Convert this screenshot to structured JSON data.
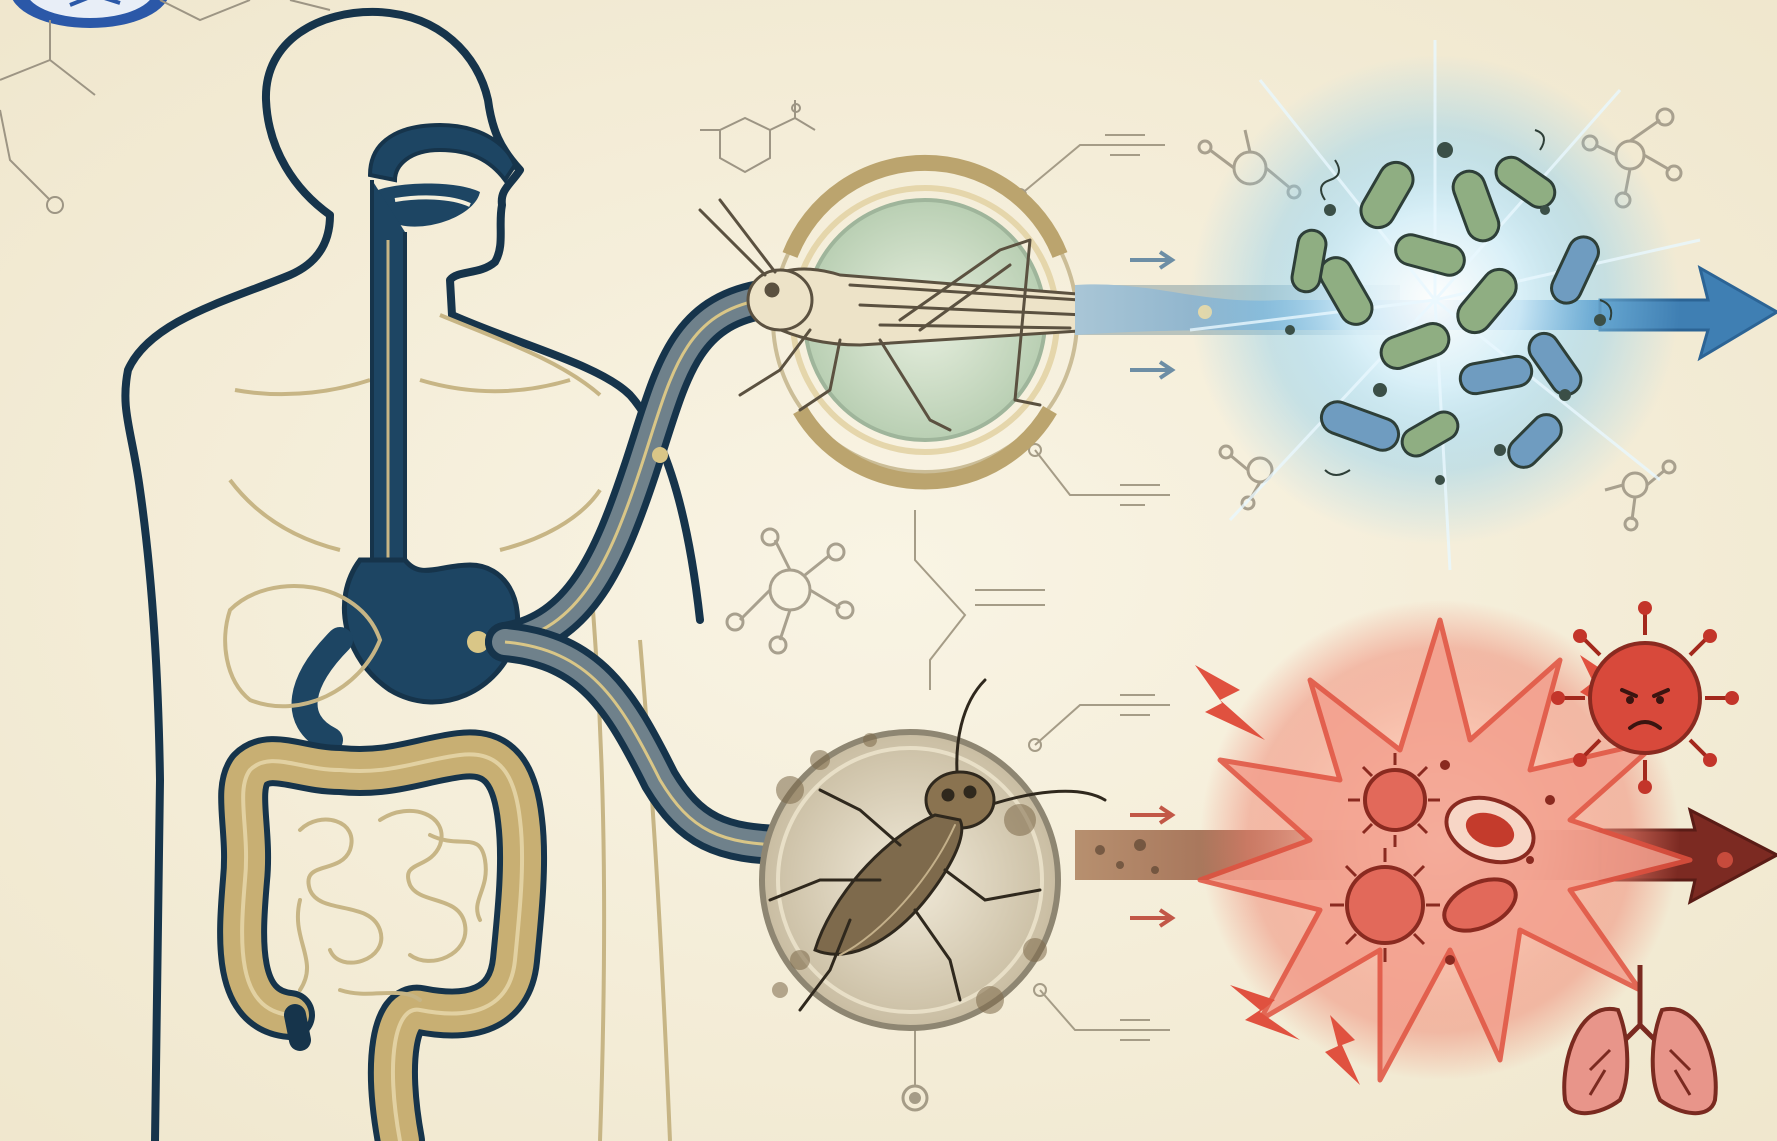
{
  "illustration": {
    "title": "",
    "colors": {
      "background": "#f5efdb",
      "outline": "#16344b",
      "digestive": "#1d4563",
      "gold": "#bba46e",
      "beneficial": "#7fb0d8",
      "beneficial_glow": "#bfe6fb",
      "bacteria_green": "#8fae82",
      "bacteria_blue": "#6f9cc0",
      "harmful": "#e0513f",
      "harmful_glow": "#f6a08f"
    },
    "icons": [
      "logo-badge",
      "human-silhouette",
      "digestive-tract",
      "grasshopper",
      "cockroach",
      "beneficial-bacteria-cluster",
      "harmful-pathogen-burst",
      "angry-virus",
      "lungs",
      "molecule"
    ],
    "labels": []
  }
}
